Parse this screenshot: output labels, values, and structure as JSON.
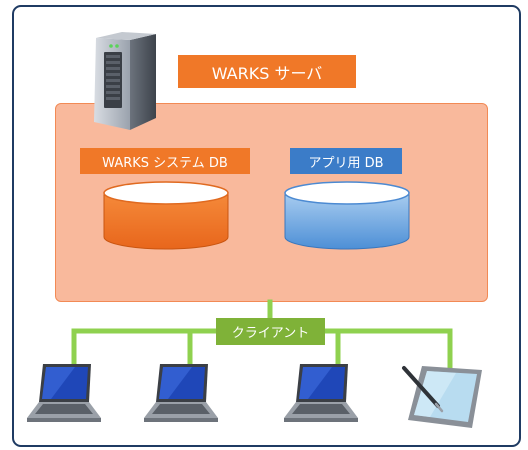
{
  "server": {
    "title": "WARKS サーバ"
  },
  "databases": [
    {
      "label": "WARKS システム DB",
      "color": "#f07828"
    },
    {
      "label": "アプリ用 DB",
      "color": "#3b7cc8"
    }
  ],
  "network": {
    "label": "クライアント",
    "color": "#8ac53a"
  },
  "clients": [
    {
      "icon": "laptop-icon"
    },
    {
      "icon": "laptop-icon"
    },
    {
      "icon": "laptop-icon"
    },
    {
      "icon": "tablet-pen-icon"
    }
  ]
}
